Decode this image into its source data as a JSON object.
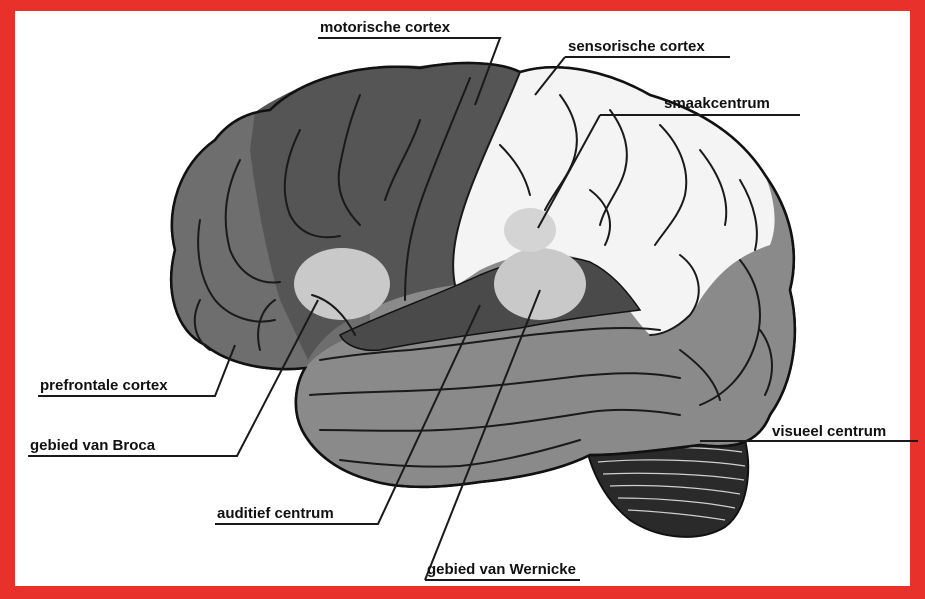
{
  "colors": {
    "border": "#e8312a",
    "frontal_lobe": "#6e6e6e",
    "motor_cortex": "#555555",
    "sensory_cortex": "#f4f4f4",
    "temporal_lobe": "#8a8a8a",
    "highlight_area": "#c9c9c9",
    "cerebellum": "#2a2a2a",
    "sulcus_lines": "#1a1a1a",
    "label_text": "#111111"
  },
  "labels": {
    "motor_cortex": "motorische cortex",
    "sensory_cortex": "sensorische cortex",
    "taste_center": "smaakcentrum",
    "prefrontal_cortex": "prefrontale cortex",
    "broca_area": "gebied van Broca",
    "auditory_center": "auditief centrum",
    "wernicke_area": "gebied van Wernicke",
    "visual_center": "visueel centrum"
  }
}
